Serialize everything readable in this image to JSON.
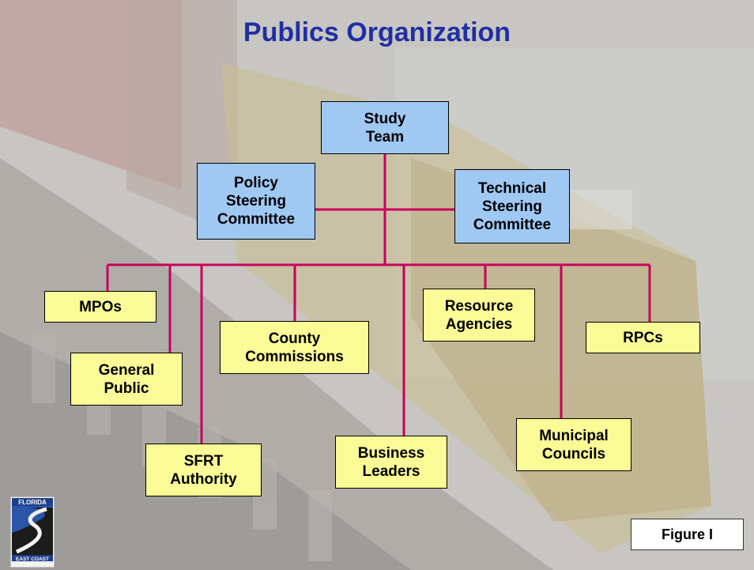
{
  "title": "Publics Organization",
  "colors": {
    "title": "#1f2fa3",
    "lines": "#c8005a",
    "top_nodes": "#9fc8f3",
    "bottom_nodes": "#fafa96"
  },
  "nodes": {
    "study_team": "Study\nTeam",
    "policy_steering": "Policy\nSteering\nCommittee",
    "technical_steering": "Technical\nSteering\nCommittee",
    "mpos": "MPOs",
    "general_public": "General\nPublic",
    "sfrt_authority": "SFRT\nAuthority",
    "county_commissions": "County\nCommissions",
    "business_leaders": "Business\nLeaders",
    "resource_agencies": "Resource\nAgencies",
    "municipal_councils": "Municipal\nCouncils",
    "rpcs": "RPCs"
  },
  "figure_label": "Figure I",
  "logo": {
    "top_text": "FLORIDA",
    "bottom_text": "EAST COAST",
    "icon": "fec-railway-logo"
  }
}
